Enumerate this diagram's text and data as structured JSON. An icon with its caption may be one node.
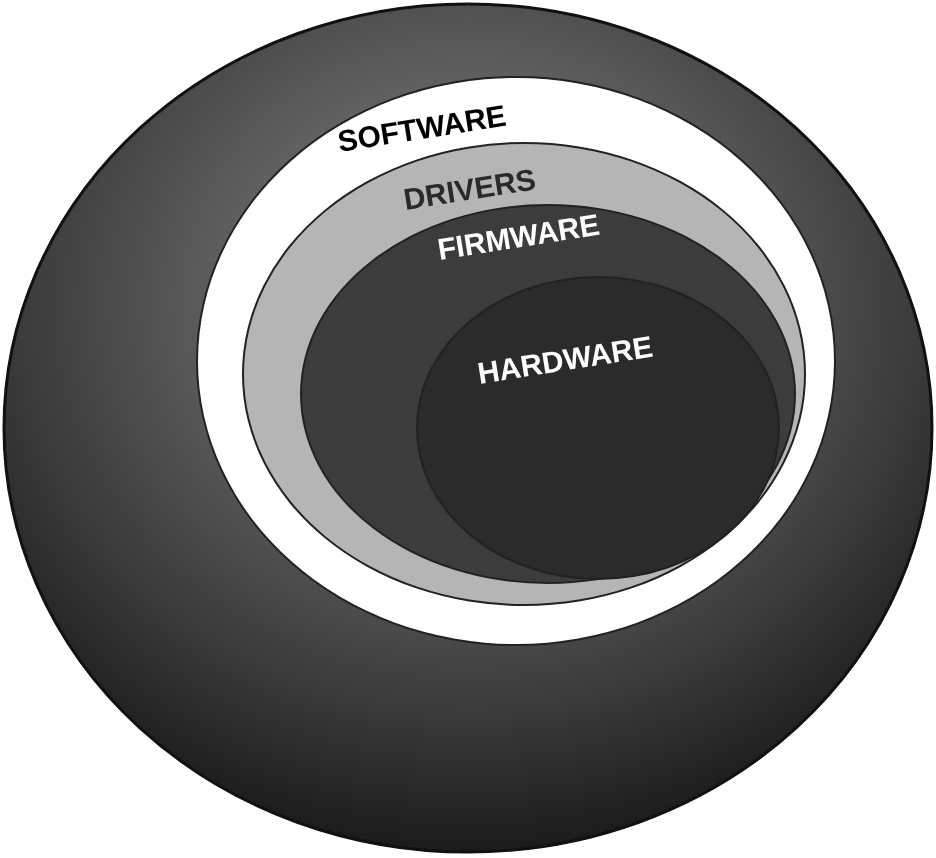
{
  "diagram": {
    "nodes": [
      {
        "text": [
          "SOFTWARE"
        ]
      },
      {
        "text": [
          "DRIVERS"
        ],
        "in": 0
      },
      {
        "text": [
          "FIRMWARE"
        ],
        "in": 1
      },
      {
        "text": [
          "HARDWARE"
        ],
        "in": 2
      }
    ]
  }
}
